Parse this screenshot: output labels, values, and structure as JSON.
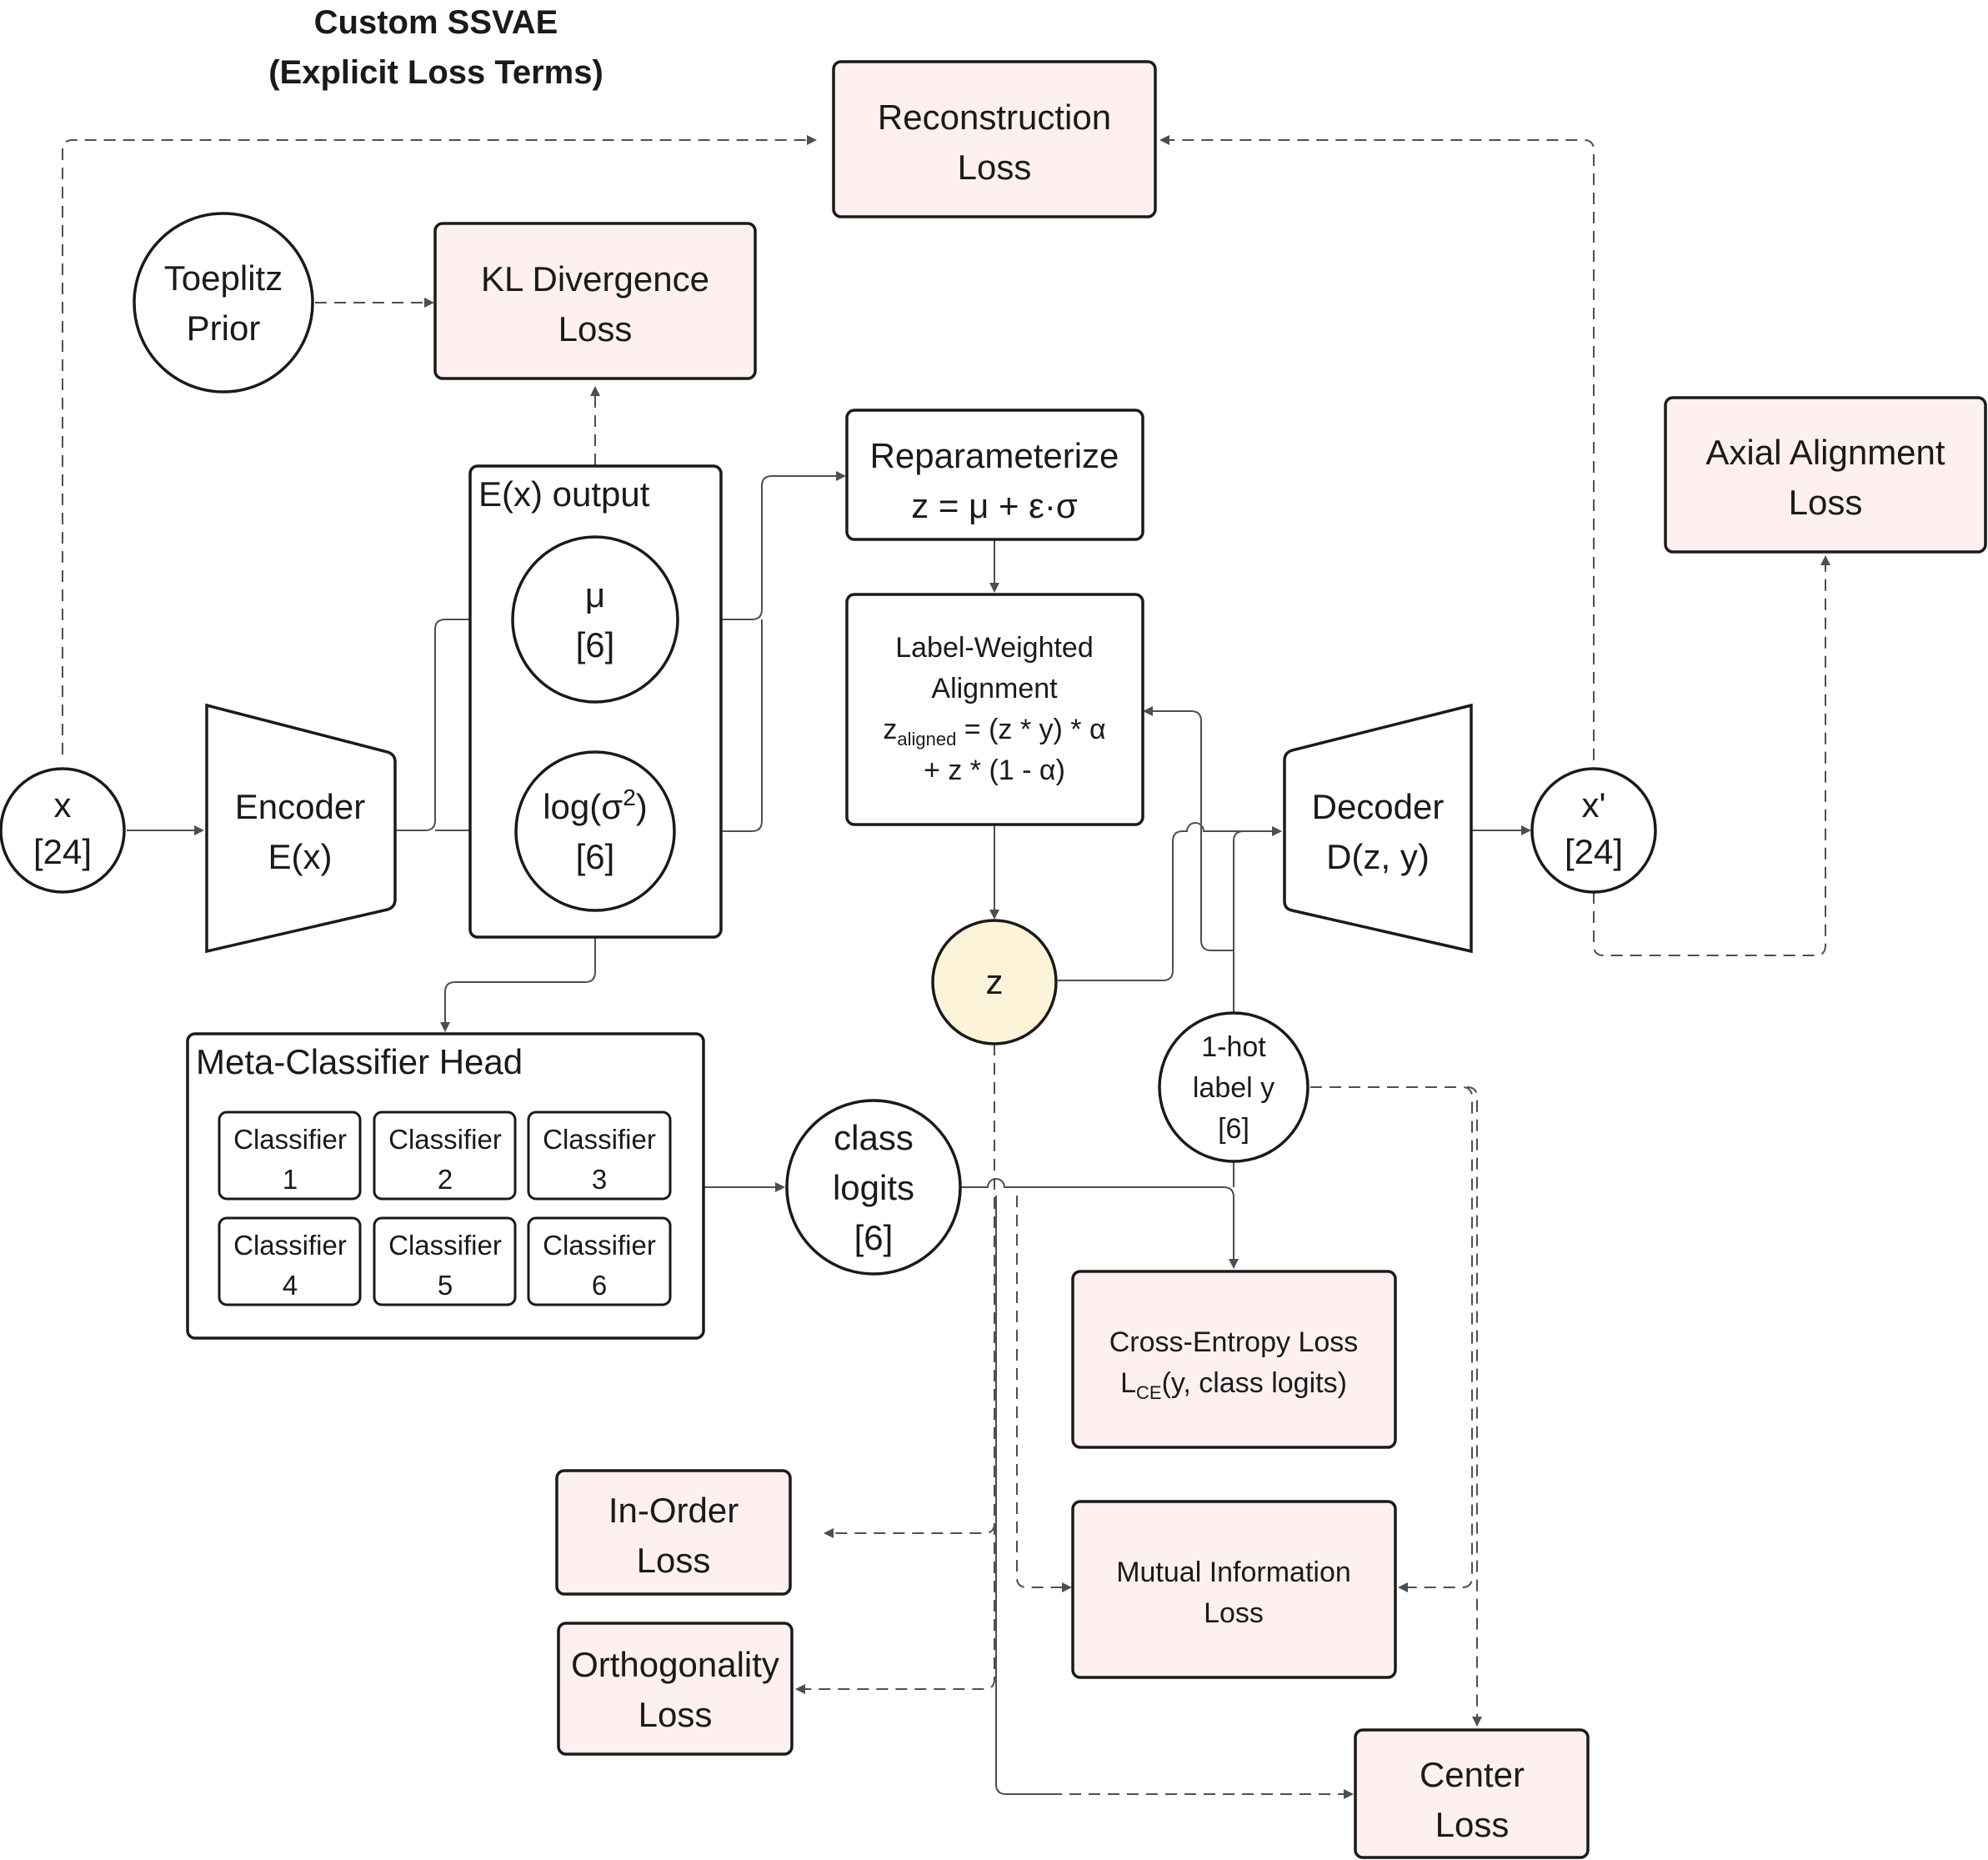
{
  "title": {
    "line1": "Custom SSVAE",
    "line2": "(Explicit Loss Terms)"
  },
  "nodes": {
    "x": {
      "line1": "x",
      "line2": "[24]"
    },
    "x_prime": {
      "line1": "x'",
      "line2": "[24]"
    },
    "toeplitz": {
      "line1": "Toeplitz",
      "line2": "Prior"
    },
    "mu": {
      "line1": "μ",
      "line2": "[6]"
    },
    "logvar": {
      "line1_pre": "log(σ",
      "line1_sup": "2",
      "line1_post": ")",
      "line2": "[6]"
    },
    "z": {
      "label": "z"
    },
    "class_logits": {
      "line1": "class",
      "line2": "logits",
      "line3": "[6]"
    },
    "label_y": {
      "line1": "1-hot",
      "line2": "label y",
      "line3": "[6]"
    }
  },
  "blocks": {
    "encoder": {
      "line1": "Encoder",
      "line2": "E(x)"
    },
    "decoder": {
      "line1": "Decoder",
      "line2": "D(z, y)"
    },
    "encoder_output": {
      "label": "E(x) output"
    },
    "reparameterize": {
      "line1": "Reparameterize",
      "line2": "z = μ + ε·σ"
    },
    "label_weighted": {
      "line1": "Label-Weighted",
      "line2": "Alignment",
      "line3_var": "z",
      "line3_sub": "aligned",
      "line3_rest": " = (z * y) * α",
      "line4": "+ z * (1 - α)"
    },
    "meta_classifier": {
      "label": "Meta-Classifier Head",
      "classifiers": [
        {
          "word": "Classifier",
          "num": "1"
        },
        {
          "word": "Classifier",
          "num": "2"
        },
        {
          "word": "Classifier",
          "num": "3"
        },
        {
          "word": "Classifier",
          "num": "4"
        },
        {
          "word": "Classifier",
          "num": "5"
        },
        {
          "word": "Classifier",
          "num": "6"
        }
      ]
    }
  },
  "losses": {
    "reconstruction": {
      "line1": "Reconstruction",
      "line2": "Loss"
    },
    "kl": {
      "line1": "KL Divergence",
      "line2": "Loss"
    },
    "axial": {
      "line1": "Axial Alignment",
      "line2": "Loss"
    },
    "cross_entropy": {
      "line1": "Cross-Entropy Loss",
      "line2_var": "L",
      "line2_sub": "CE",
      "line2_rest": "(y, class logits)"
    },
    "in_order": {
      "line1": "In-Order",
      "line2": "Loss"
    },
    "orthogonality": {
      "line1": "Orthogonality",
      "line2": "Loss"
    },
    "mutual_information": {
      "line1": "Mutual Information",
      "line2": "Loss"
    },
    "center": {
      "line1": "Center",
      "line2": "Loss"
    }
  },
  "colors": {
    "loss_fill": "#fdf0ef",
    "z_fill": "#fdf3d8",
    "stroke": "#1a1a1a",
    "connector": "#4a4f57"
  }
}
